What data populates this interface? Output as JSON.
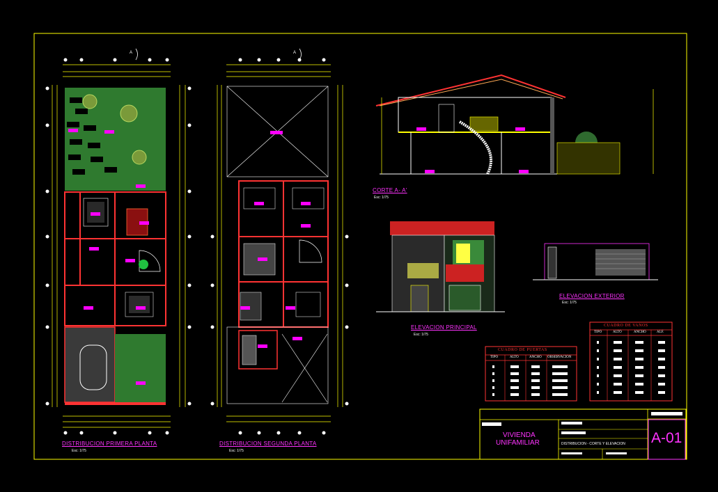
{
  "drawing": {
    "labels": {
      "plan1": "DISTRIBUCION PRIMERA PLANTA",
      "plan2": "DISTRIBUCION SEGUNDA PLANTA",
      "section": "CORTE A- A'",
      "elev_main": "ELEVACION PRINCIPAL",
      "elev_ext": "ELEVACION EXTERIOR"
    },
    "scale_text": "Esc: 1/75",
    "section_mark": "A"
  },
  "tables": {
    "puertas": {
      "title": "CUADRO DE PUERTAS",
      "headers": [
        "TIPO",
        "ALTO",
        "ANCHO",
        "OBSERVACION"
      ]
    },
    "vanos": {
      "title": "CUADRO DE VANOS",
      "headers": [
        "TIPO",
        "ALTO",
        "ANCHO",
        "ALF."
      ]
    }
  },
  "title_block": {
    "project_line1": "VIVIENDA",
    "project_line2": "UNIFAMILIAR",
    "content": "DISTRIBUCION - CORTE Y ELEVACION",
    "sheet_no": "A-01"
  },
  "colors": {
    "background": "#000000",
    "border": "#ffff00",
    "wall": "#ff3333",
    "grass": "#2f7a2f",
    "label": "#ff33ff",
    "dim": "#ffff00"
  }
}
